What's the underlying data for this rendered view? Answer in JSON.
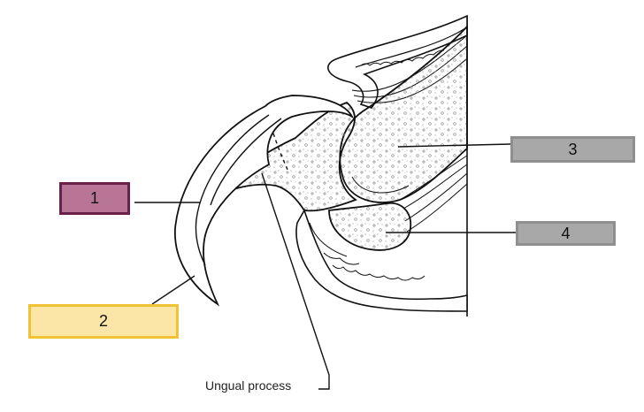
{
  "diagram": {
    "ungual_label": "Ungual process",
    "labels": [
      {
        "id": "1",
        "text": "1",
        "color": "#b87596",
        "border": "#6a2149"
      },
      {
        "id": "2",
        "text": "2",
        "color": "#fbe6a7",
        "border": "#f1c233"
      },
      {
        "id": "3",
        "text": "3",
        "color": "#a8a8a8",
        "border": "#8f8f8f"
      },
      {
        "id": "4",
        "text": "4",
        "color": "#a8a8a8",
        "border": "#8f8f8f"
      }
    ]
  }
}
